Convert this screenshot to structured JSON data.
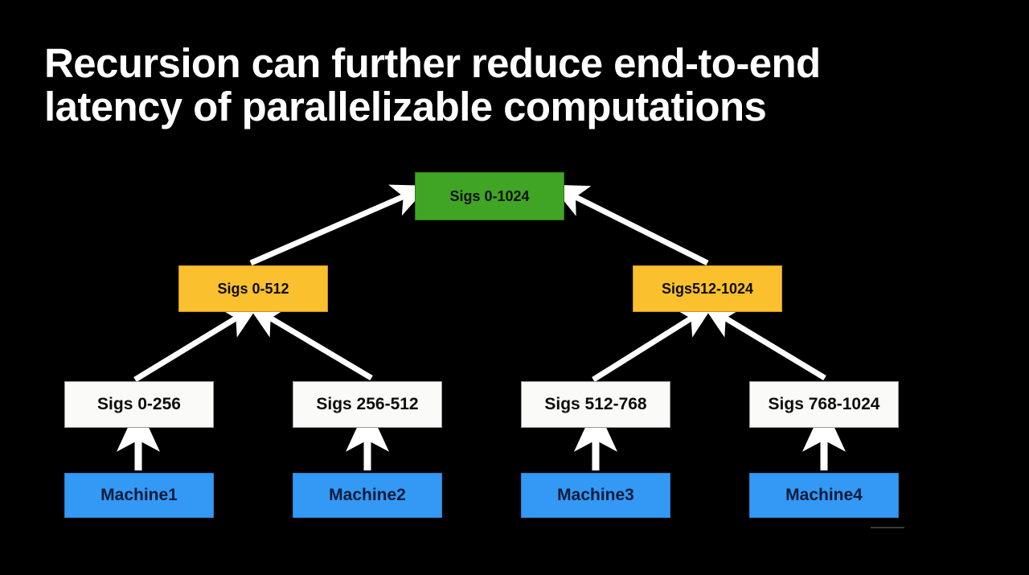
{
  "slide": {
    "background_color": "#000000",
    "title": "Recursion can further reduce end-to-end latency of parallelizable computations",
    "title_color": "#ffffff"
  },
  "palette": {
    "root": "#40a524",
    "mid": "#fbc02d",
    "leaf": "#fafaf8",
    "machine": "#3399f5",
    "arrow": "#ffffff",
    "text_dark": "#0d0d0d",
    "background": "#000000"
  },
  "diagram": {
    "type": "tree",
    "levels": [
      {
        "name": "root",
        "nodes": [
          {
            "id": "sigs-0-1024",
            "label": "Sigs 0-1024",
            "color": "#40a524"
          }
        ]
      },
      {
        "name": "merge",
        "nodes": [
          {
            "id": "sigs-0-512",
            "label": "Sigs 0-512",
            "color": "#fbc02d"
          },
          {
            "id": "sigs-512-1024",
            "label": "Sigs512-1024",
            "color": "#fbc02d"
          }
        ]
      },
      {
        "name": "partial",
        "nodes": [
          {
            "id": "sigs-0-256",
            "label": "Sigs 0-256",
            "color": "#fafaf8"
          },
          {
            "id": "sigs-256-512",
            "label": "Sigs 256-512",
            "color": "#fafaf8"
          },
          {
            "id": "sigs-512-768",
            "label": "Sigs 512-768",
            "color": "#fafaf8"
          },
          {
            "id": "sigs-768-1024",
            "label": "Sigs 768-1024",
            "color": "#fafaf8"
          }
        ]
      },
      {
        "name": "machines",
        "nodes": [
          {
            "id": "machine1",
            "label": "Machine1",
            "color": "#3399f5"
          },
          {
            "id": "machine2",
            "label": "Machine2",
            "color": "#3399f5"
          },
          {
            "id": "machine3",
            "label": "Machine3",
            "color": "#3399f5"
          },
          {
            "id": "machine4",
            "label": "Machine4",
            "color": "#3399f5"
          }
        ]
      }
    ],
    "edges": [
      {
        "from": "sigs-0-512",
        "to": "sigs-0-1024"
      },
      {
        "from": "sigs-512-1024",
        "to": "sigs-0-1024"
      },
      {
        "from": "sigs-0-256",
        "to": "sigs-0-512"
      },
      {
        "from": "sigs-256-512",
        "to": "sigs-0-512"
      },
      {
        "from": "sigs-512-768",
        "to": "sigs-512-1024"
      },
      {
        "from": "sigs-768-1024",
        "to": "sigs-512-1024"
      },
      {
        "from": "machine1",
        "to": "sigs-0-256"
      },
      {
        "from": "machine2",
        "to": "sigs-256-512"
      },
      {
        "from": "machine3",
        "to": "sigs-512-768"
      },
      {
        "from": "machine4",
        "to": "sigs-768-1024"
      }
    ]
  }
}
